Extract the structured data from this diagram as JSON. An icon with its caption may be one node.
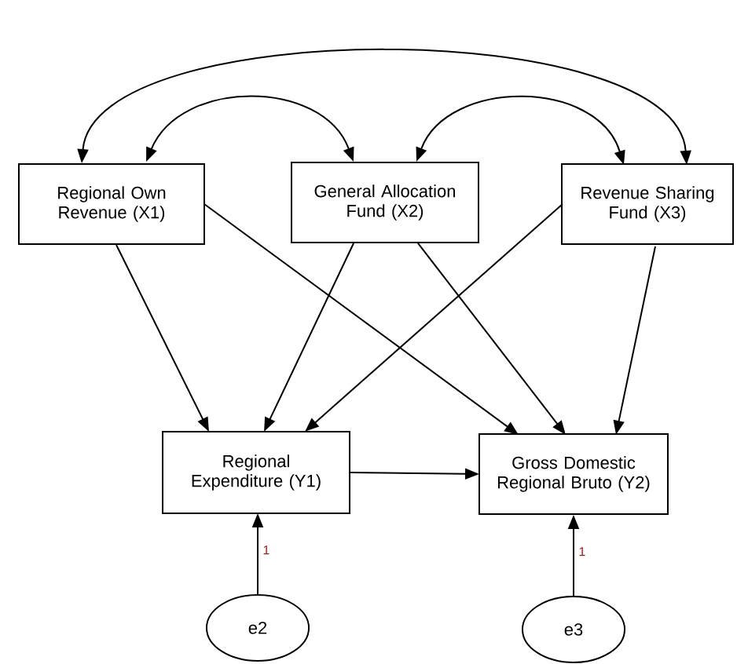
{
  "diagram": {
    "nodes": [
      {
        "text": [
          "Regional Own Revenue (X1)"
        ]
      },
      {
        "text": [
          "General Allocation Fund (X2)"
        ]
      },
      {
        "text": [
          "Revenue Sharing Fund (X3)"
        ]
      },
      {
        "text": [
          "Regional Expenditure (Y1)"
        ]
      },
      {
        "text": [
          "Gross Domestic Regional Bruto (Y2)"
        ]
      },
      {
        "text": [
          "e2"
        ]
      },
      {
        "text": [
          "e3"
        ]
      }
    ],
    "edges": [
      {
        "from": 0,
        "to": 2,
        "arrow": "both"
      },
      {
        "from": 0,
        "to": 1,
        "arrow": "both"
      },
      {
        "from": 1,
        "to": 2,
        "arrow": "both"
      },
      {
        "from": 0,
        "to": 3,
        "arrow": "to"
      },
      {
        "from": 1,
        "to": 3,
        "arrow": "to"
      },
      {
        "from": 2,
        "to": 3,
        "arrow": "to"
      },
      {
        "from": 0,
        "to": 4,
        "arrow": "to"
      },
      {
        "from": 1,
        "to": 4,
        "arrow": "to"
      },
      {
        "from": 2,
        "to": 4,
        "arrow": "to"
      },
      {
        "from": 3,
        "to": 4,
        "arrow": "to"
      },
      {
        "from": 5,
        "to": 3,
        "arrow": "to",
        "label": "1"
      },
      {
        "from": 6,
        "to": 4,
        "arrow": "to",
        "label": "1"
      }
    ]
  }
}
